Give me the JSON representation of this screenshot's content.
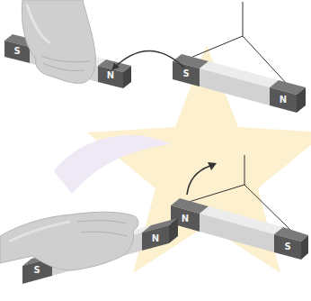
{
  "diagram": {
    "nodes": [
      {
        "text": [
          "S"
        ]
      },
      {
        "text": [
          "N"
        ]
      },
      {
        "text": [
          "S"
        ]
      },
      {
        "text": [
          "N"
        ]
      },
      {
        "text": [
          "N"
        ]
      },
      {
        "text": [
          "N"
        ]
      },
      {
        "text": [
          "S"
        ]
      },
      {
        "text": [
          "S"
        ]
      }
    ],
    "edges": [
      {
        "from": 2,
        "to": 1,
        "arrow": "to"
      }
    ]
  }
}
